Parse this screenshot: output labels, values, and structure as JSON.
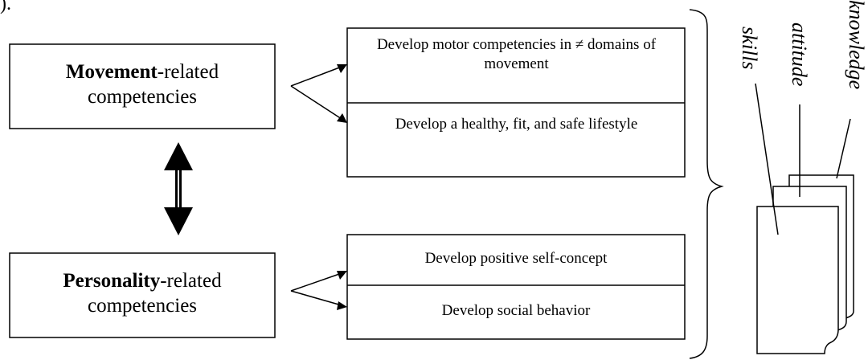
{
  "top_fragment": ").",
  "left_boxes": [
    {
      "bold": "Movement",
      "rest": "-related",
      "line2": "competencies"
    },
    {
      "bold": "Personality",
      "rest": "-related",
      "line2": "competencies"
    }
  ],
  "right_groups": [
    {
      "items": [
        "Develop motor competencies in ≠ domains of movement",
        "Develop a healthy, fit, and safe lifestyle"
      ]
    },
    {
      "items": [
        "Develop positive self-concept",
        "Develop social behavior"
      ]
    }
  ],
  "pages": [
    "skills",
    "attitude",
    "knowledge"
  ]
}
